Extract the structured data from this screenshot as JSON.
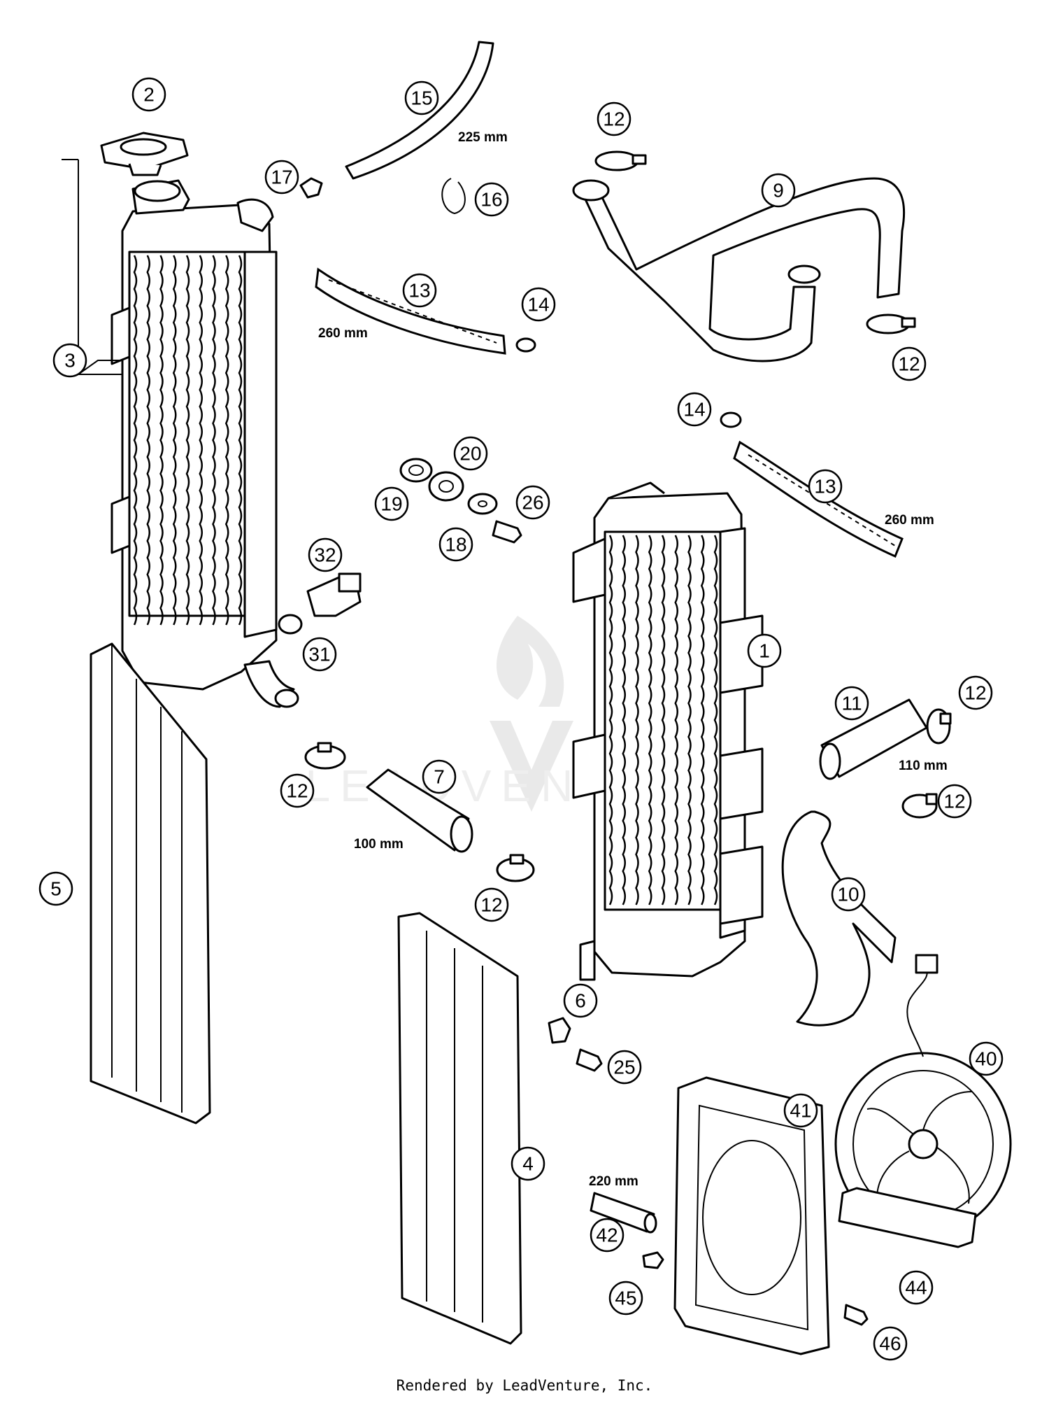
{
  "diagram": {
    "watermark": "LEADVENTURE",
    "footer": "Rendered by LeadVenture, Inc.",
    "callouts": [
      {
        "id": "c1",
        "label": "1"
      },
      {
        "id": "c2",
        "label": "2"
      },
      {
        "id": "c3",
        "label": "3"
      },
      {
        "id": "c4",
        "label": "4"
      },
      {
        "id": "c5",
        "label": "5"
      },
      {
        "id": "c6",
        "label": "6"
      },
      {
        "id": "c7",
        "label": "7"
      },
      {
        "id": "c9",
        "label": "9"
      },
      {
        "id": "c10",
        "label": "10"
      },
      {
        "id": "c11",
        "label": "11"
      },
      {
        "id": "c12a",
        "label": "12"
      },
      {
        "id": "c12b",
        "label": "12"
      },
      {
        "id": "c12c",
        "label": "12"
      },
      {
        "id": "c12d",
        "label": "12"
      },
      {
        "id": "c12e",
        "label": "12"
      },
      {
        "id": "c12f",
        "label": "12"
      },
      {
        "id": "c13a",
        "label": "13"
      },
      {
        "id": "c13b",
        "label": "13"
      },
      {
        "id": "c14a",
        "label": "14"
      },
      {
        "id": "c14b",
        "label": "14"
      },
      {
        "id": "c15",
        "label": "15"
      },
      {
        "id": "c16",
        "label": "16"
      },
      {
        "id": "c17",
        "label": "17"
      },
      {
        "id": "c18",
        "label": "18"
      },
      {
        "id": "c19",
        "label": "19"
      },
      {
        "id": "c20",
        "label": "20"
      },
      {
        "id": "c25",
        "label": "25"
      },
      {
        "id": "c26",
        "label": "26"
      },
      {
        "id": "c31",
        "label": "31"
      },
      {
        "id": "c32",
        "label": "32"
      },
      {
        "id": "c40",
        "label": "40"
      },
      {
        "id": "c41",
        "label": "41"
      },
      {
        "id": "c42",
        "label": "42"
      },
      {
        "id": "c44",
        "label": "44"
      },
      {
        "id": "c45",
        "label": "45"
      },
      {
        "id": "c46",
        "label": "46"
      }
    ],
    "dimensions": {
      "hose15": "225 mm",
      "hose13_left": "260 mm",
      "hose13_right": "260 mm",
      "hose11": "110 mm",
      "hose7": "100 mm",
      "hose42": "220 mm"
    }
  }
}
